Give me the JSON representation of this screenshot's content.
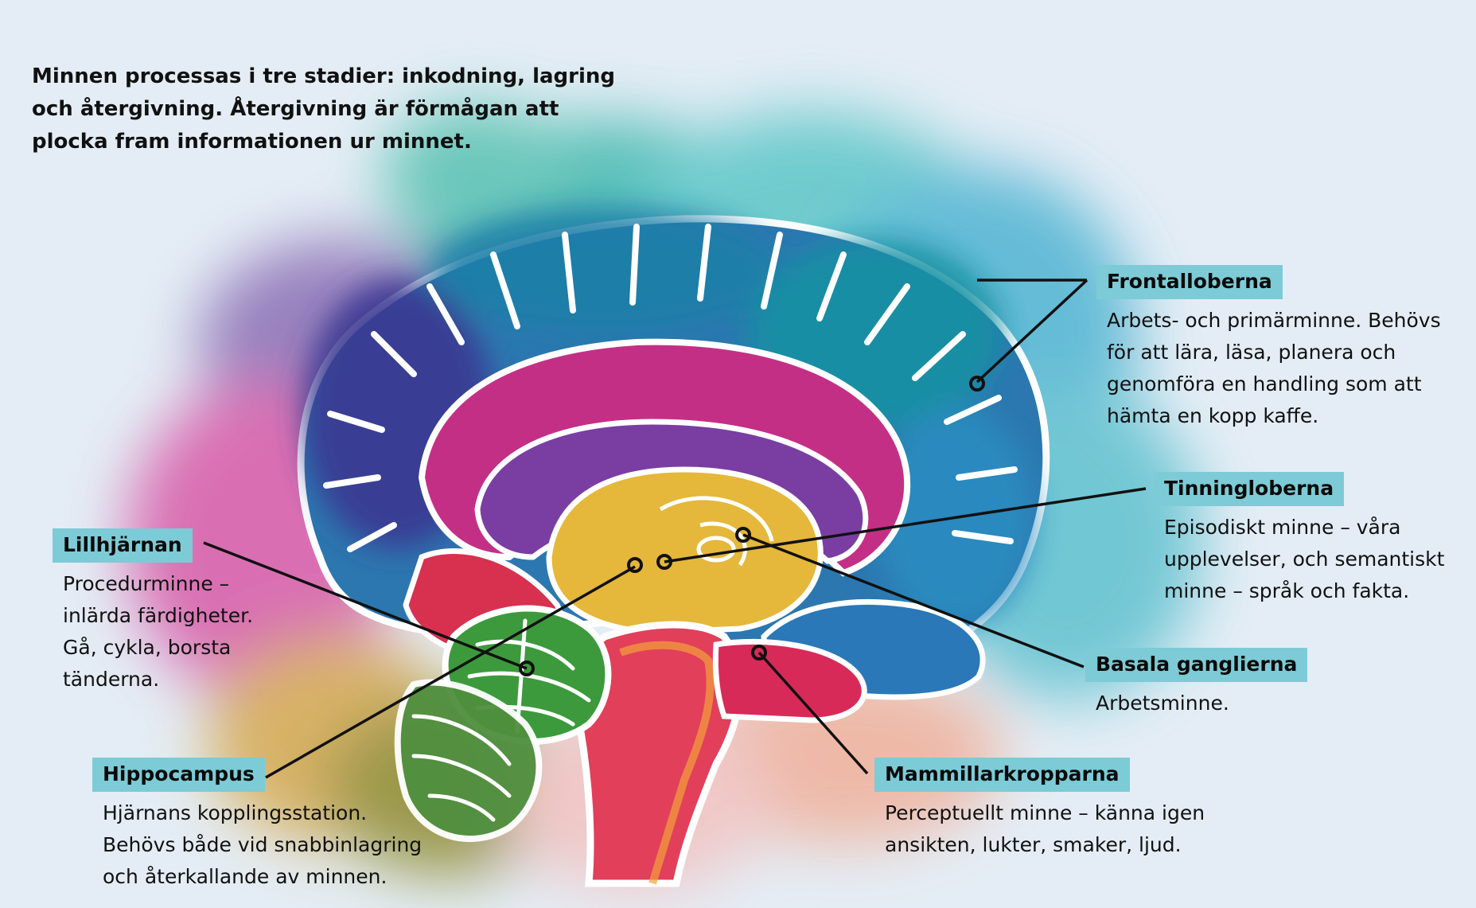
{
  "intro": "Minnen processas i tre stadier: inkodning, lagring och återgivning. Återgivning är förmågan att plocka fram informationen ur minnet.",
  "colors": {
    "background": "#e4edf5",
    "label_fill": "#7ccbd6",
    "outline": "#ffffff",
    "leader_line": "#111111"
  },
  "regions": [
    {
      "id": "frontal",
      "label": "Frontalloberna",
      "description": "Arbets- och primärminne. Behövs för att lära, läsa, planera och genomföra en handling som att hämta en kopp kaffe."
    },
    {
      "id": "temporal",
      "label": "Tinningloberna",
      "description": "Episodiskt minne – våra upplevelser, och semantiskt minne – språk och fakta."
    },
    {
      "id": "cerebellum",
      "label": "Lillhjärnan",
      "description": "Procedurminne – inlärda färdigheter. Gå, cykla, borsta tänderna."
    },
    {
      "id": "basal",
      "label": "Basala ganglierna",
      "description": "Arbetsminne."
    },
    {
      "id": "hippocampus",
      "label": "Hippocampus",
      "description": "Hjärnans kopplingsstation. Behövs både vid snabbinlagring och återkallande av minnen."
    },
    {
      "id": "mammillary",
      "label": "Mammillarkropparna",
      "description": "Perceptuellt minne – känna igen ansikten, lukter, smaker, ljud."
    }
  ]
}
